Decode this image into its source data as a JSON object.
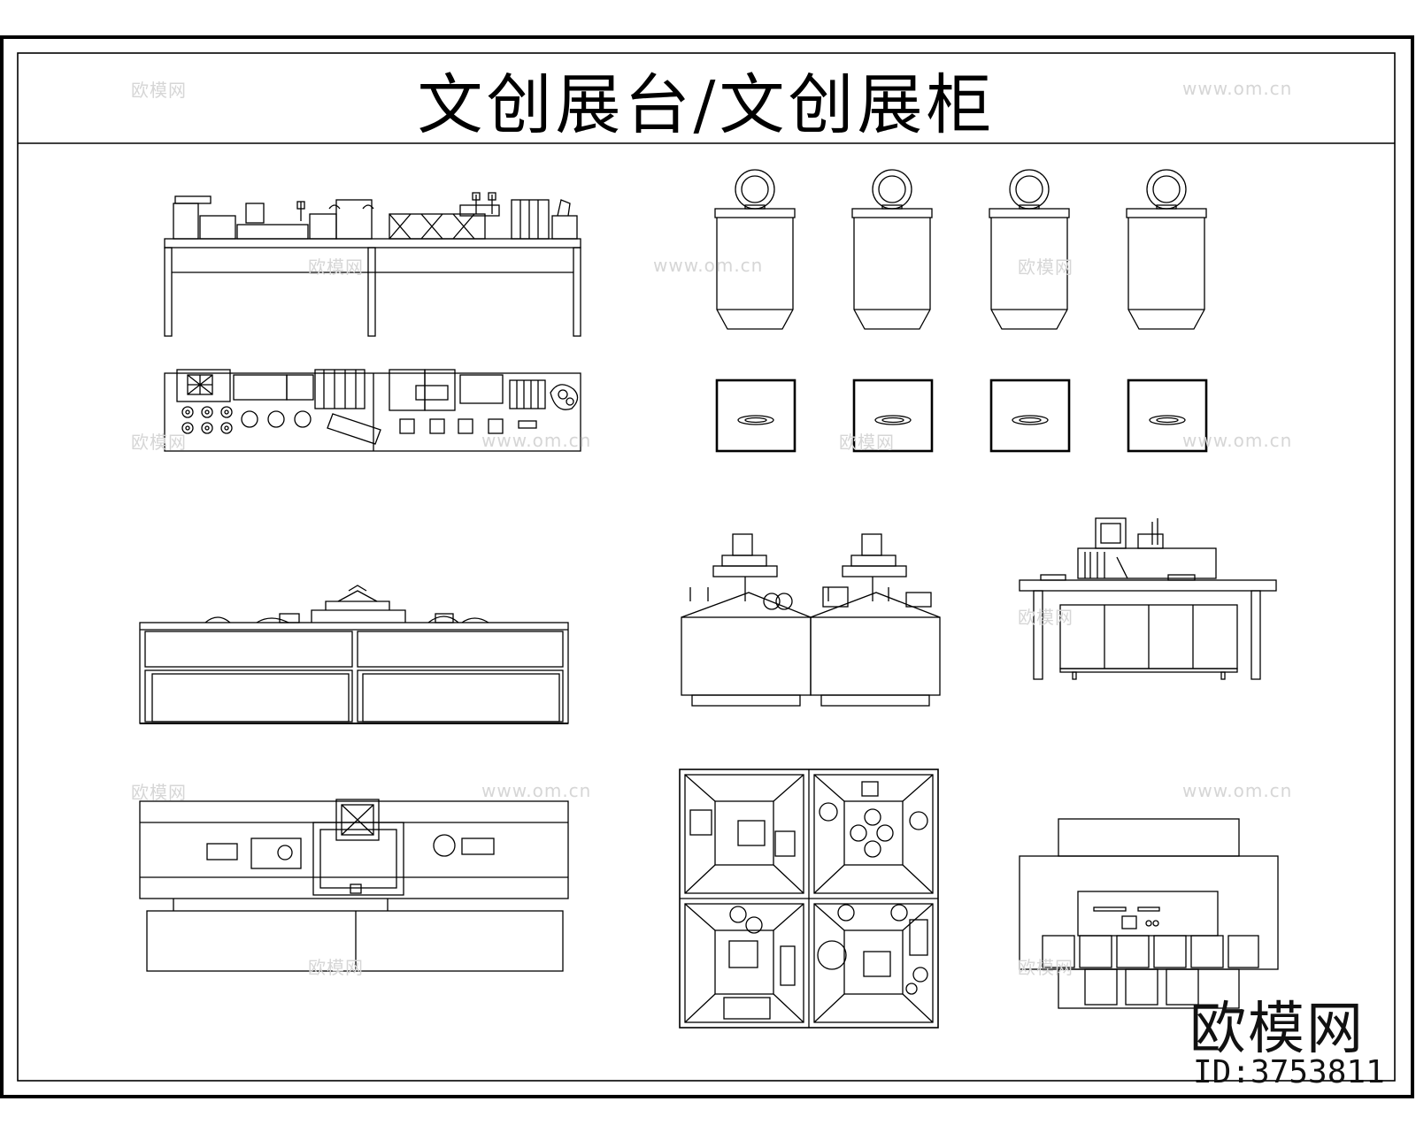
{
  "title": "文创展台/文创展柜",
  "brand": {
    "name": "欧模网",
    "id_label": "ID:3753811"
  },
  "watermarks": [
    "欧模网",
    "www.om.cn"
  ]
}
